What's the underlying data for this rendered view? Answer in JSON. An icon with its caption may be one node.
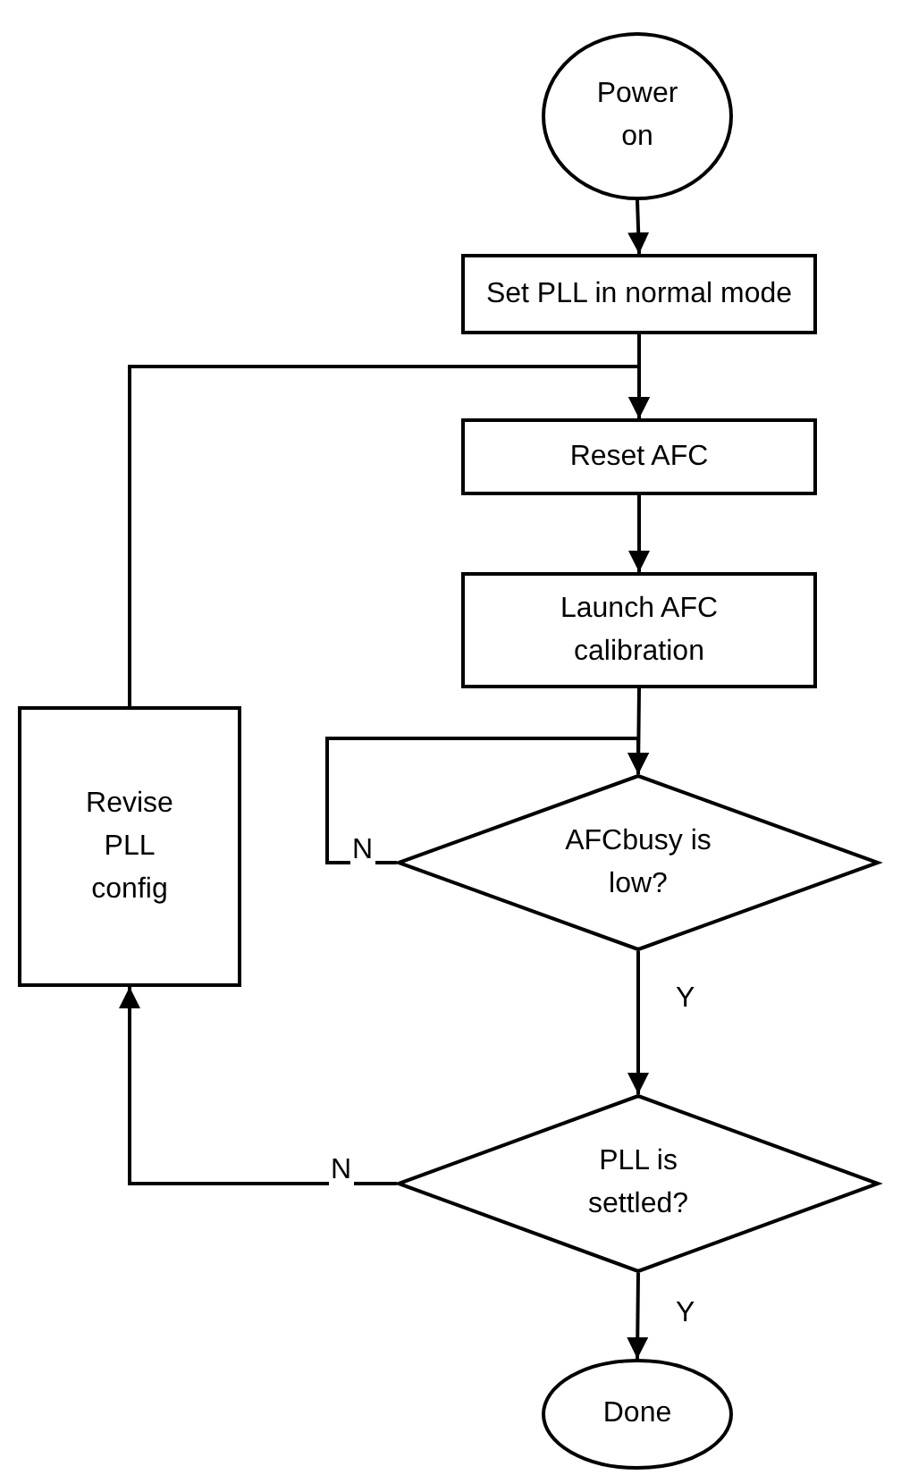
{
  "diagram": {
    "nodes": [
      {
        "text": [
          "Power on"
        ]
      },
      {
        "text": [
          "Set PLL in normal mode"
        ]
      },
      {
        "text": [
          "Reset AFC"
        ]
      },
      {
        "text": [
          "Launch AFC calibration"
        ]
      },
      {
        "text": [
          "AFCbusy is low?"
        ]
      },
      {
        "text": [
          "PLL is settled?"
        ]
      },
      {
        "text": [
          "Revise PLL config"
        ]
      },
      {
        "text": [
          "Done"
        ]
      }
    ],
    "edges": [
      {
        "from": 0,
        "to": 1,
        "arrow": "to"
      },
      {
        "from": 1,
        "to": 2,
        "arrow": "to"
      },
      {
        "from": 2,
        "to": 3,
        "arrow": "to"
      },
      {
        "from": 3,
        "to": 4,
        "arrow": "to"
      },
      {
        "from": 4,
        "to": 4,
        "arrow": "to",
        "label": "N"
      },
      {
        "from": 4,
        "to": 5,
        "arrow": "to",
        "label": "Y"
      },
      {
        "from": 5,
        "to": 6,
        "arrow": "to",
        "label": "N"
      },
      {
        "from": 6,
        "to": 2,
        "arrow": "to"
      },
      {
        "from": 5,
        "to": 7,
        "arrow": "to",
        "label": "Y"
      }
    ]
  }
}
